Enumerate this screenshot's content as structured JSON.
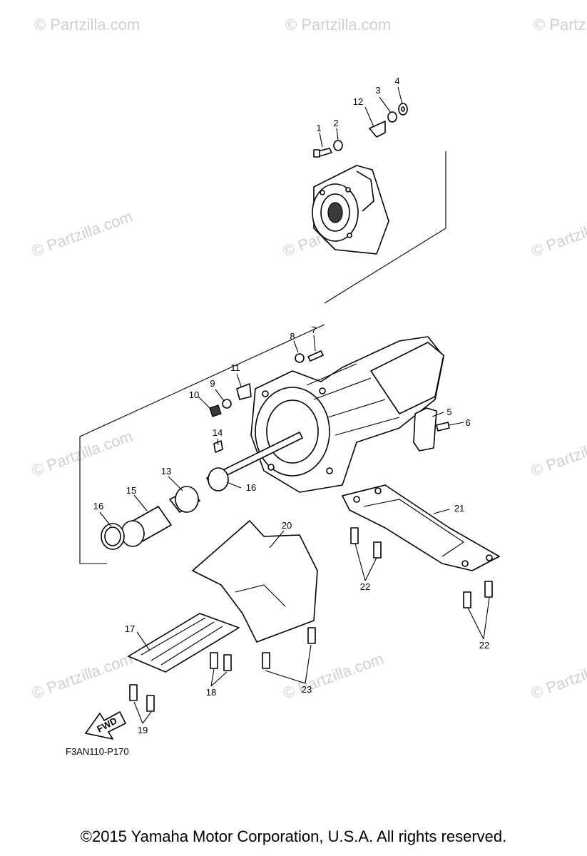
{
  "watermark": {
    "text": "© Partzilla.com",
    "center_text": "© Partzilla.com"
  },
  "callouts": [
    "1",
    "2",
    "3",
    "4",
    "12",
    "8",
    "7",
    "11",
    "10",
    "9",
    "5",
    "6",
    "14",
    "13",
    "15",
    "16",
    "16",
    "21",
    "20",
    "22",
    "22",
    "17",
    "18",
    "19",
    "23"
  ],
  "fwd_label": "FWD",
  "diagram_code": "F3AN110-P170",
  "copyright": "©2015  Yamaha Motor Corporation, U.S.A. All rights reserved."
}
